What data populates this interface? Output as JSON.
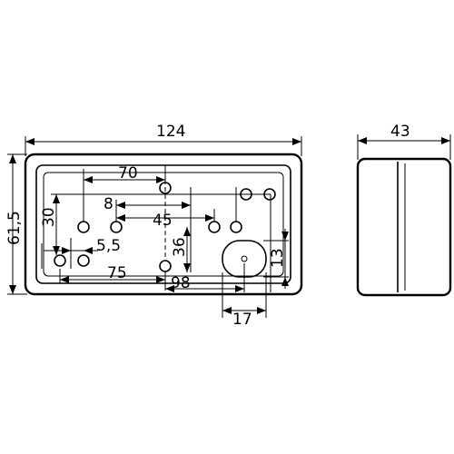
{
  "dimensions": {
    "width_124": "124",
    "width_43": "43",
    "height_61_5": "61,5",
    "d70": "70",
    "d8": "8",
    "d30": "30",
    "d45": "45",
    "d36": "36",
    "d5_5": "5,5",
    "d75": "75",
    "d98": "98",
    "d13": "13",
    "d17": "17"
  }
}
